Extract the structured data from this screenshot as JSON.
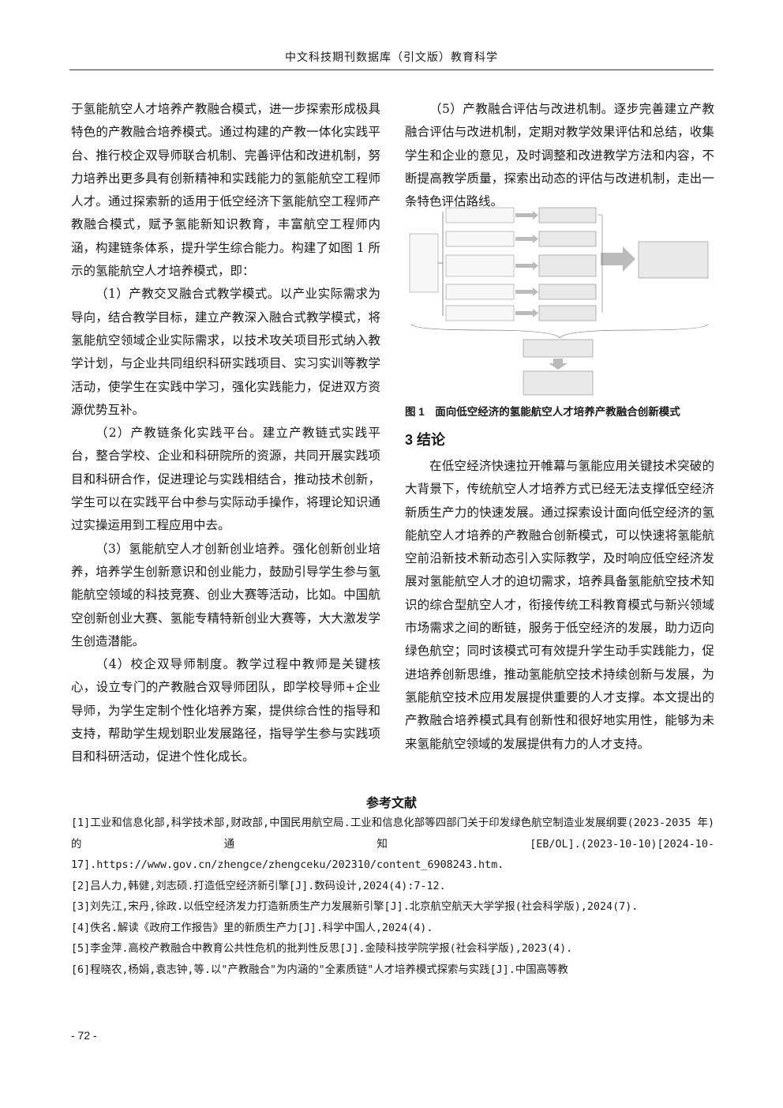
{
  "header": "中文科技期刊数据库（引文版）教育科学",
  "left_column": [
    {
      "indent": false,
      "text": "于氢能航空人才培养产教融合模式，进一步探索形成极具特色的产教融合培养模式。通过构建的产教一体化实践平台、推行校企双导师联合机制、完善评估和改进机制，努力培养出更多具有创新精神和实践能力的氢能航空工程师人才。通过探索新的适用于低空经济下氢能航空工程师产教融合模式，赋予氢能新知识教育，丰富航空工程师内涵，构建链条体系，提升学生综合能力。构建了如图 1 所示的氢能航空人才培养模式，即："
    },
    {
      "indent": true,
      "text": "（1）产教交叉融合式教学模式。以产业实际需求为导向，结合教学目标，建立产教深入融合式教学模式，将氢能航空领域企业实际需求，以技术攻关项目形式纳入教学计划，与企业共同组织科研实践项目、实习实训等教学活动，使学生在实践中学习，强化实践能力，促进双方资源优势互补。"
    },
    {
      "indent": true,
      "text": "（2）产教链条化实践平台。建立产教链式实践平台，整合学校、企业和科研院所的资源，共同开展实践项目和科研合作，促进理论与实践相结合，推动技术创新，学生可以在实践平台中参与实际动手操作，将理论知识通过实操运用到工程应用中去。"
    },
    {
      "indent": true,
      "text": "（3）氢能航空人才创新创业培养。强化创新创业培养，培养学生创新意识和创业能力，鼓励引导学生参与氢能航空领域的科技竞赛、创业大赛等活动，比如。中国航空创新创业大赛、氢能专精特新创业大赛等，大大激发学生创造潜能。"
    },
    {
      "indent": true,
      "text": "（4）校企双导师制度。教学过程中教师是关键核心，设立专门的产教融合双导师团队，即学校导师+企业导师，为学生定制个性化培养方案，提供综合性的指导和支持，帮助学生规划职业发展路径，指导学生参与实践项目和科研活动，促进个性化成长。"
    }
  ],
  "right_column_top": "（5）产教融合评估与改进机制。逐步完善建立产教融合评估与改进机制，定期对教学效果评估和总结，收集学生和企业的意见，及时调整和改进教学方法和内容，不断提高教学质量，探索出动态的评估与改进机制，走出一条特色评估路线。",
  "figure_caption": "图 1　面向低空经济的氢能航空人才培养产教融合创新模式",
  "section_title": "3 结论",
  "conclusion": "在低空经济快速拉开帷幕与氢能应用关键技术突破的大背景下，传统航空人才培养方式已经无法支撑低空经济新质生产力的快速发展。通过探索设计面向低空经济的氢能航空人才培养的产教融合创新模式，可以快速将氢能航空前沿新技术新动态引入实际教学，及时响应低空经济发展对氢能航空人才的迫切需求，培养具备氢能航空技术知识的综合型航空人才，衔接传统工科教育模式与新兴领域市场需求之间的断链，服务于低空经济的发展，助力迈向绿色航空；同时该模式可有效提升学生动手实践能力，促进培养创新思维，推动氢能航空技术持续创新与发展，为氢能航空技术应用发展提供重要的人才支撑。本文提出的产教融合培养模式具有创新性和很好地实用性，能够为未来氢能航空领域的发展提供有力的人才支持。",
  "references_title": "参考文献",
  "references": [
    "[1]工业和信息化部,科学技术部,财政部,中国民用航空局.工业和信息化部等四部门关于印发绿色航空制造业发展纲要(2023-2035 年)的通知[EB/OL].(2023-10-10)[2024-10-17].https://www.gov.cn/zhengce/zhengceku/202310/content_6908243.htm.",
    "[2]吕人力,韩健,刘志硕.打造低空经济新引擎[J].数码设计,2024(4):7-12.",
    "[3]刘先江,宋丹,徐政.以低空经济发力打造新质生产力发展新引擎[J].北京航空航天大学学报(社会科学版),2024(7).",
    "[4]佚名.解读《政府工作报告》里的新质生产力[J].科学中国人,2024(4).",
    "[5]李金萍.高校产教融合中教育公共性危机的批判性反思[J].金陵科技学院学报(社会科学版),2023(4).",
    "[6]程晓农,杨娟,袁志钟,等.以\"产教融合\"为内涵的\"全素质链\"人才培养模式探索与实践[J].中国高等教"
  ],
  "page_number": "- 72 -"
}
